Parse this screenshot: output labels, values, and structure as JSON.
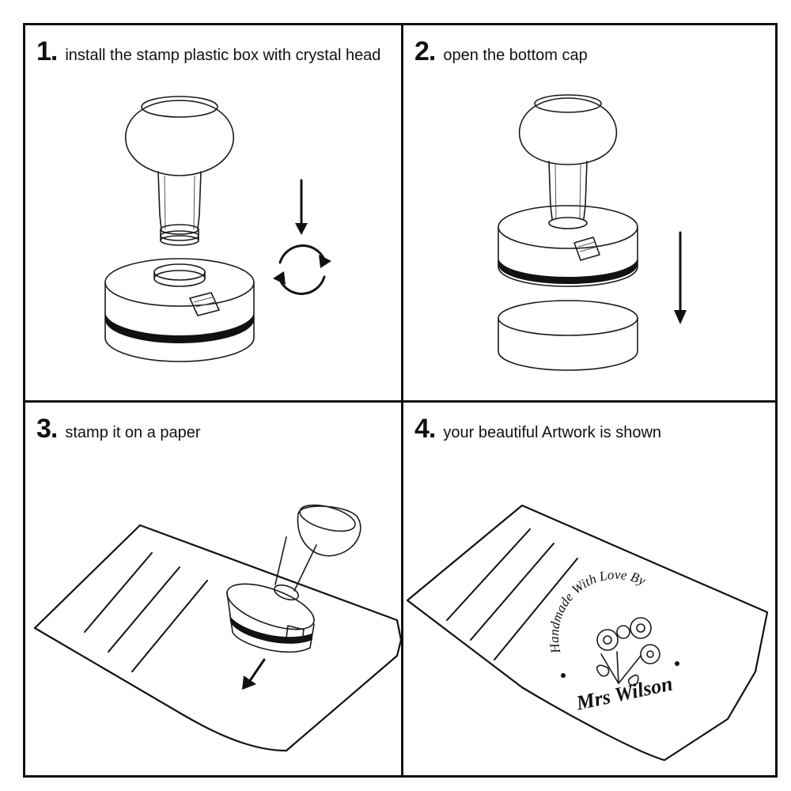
{
  "steps": [
    {
      "number": "1.",
      "text": "install the stamp plastic box with crystal head"
    },
    {
      "number": "2.",
      "text": "open the bottom cap"
    },
    {
      "number": "3.",
      "text": "stamp it on a paper"
    },
    {
      "number": "4.",
      "text": "your beautiful Artwork is shown"
    }
  ],
  "stamp_impression": {
    "arc_text": "Handmade With Love By",
    "name": "Mrs Wilson"
  }
}
